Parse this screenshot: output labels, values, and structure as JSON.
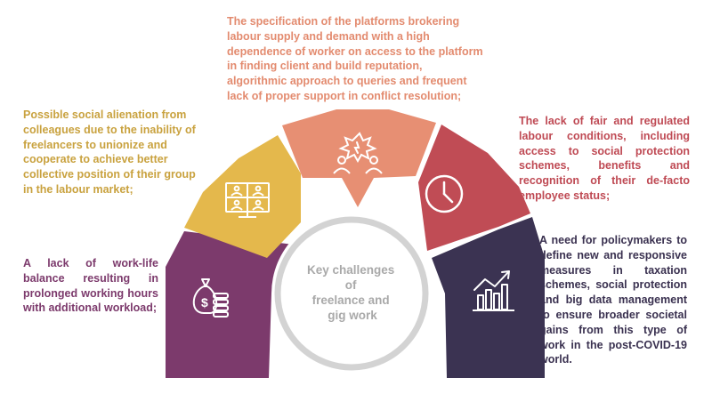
{
  "center": {
    "lines": [
      "Key challenges",
      "of",
      "freelance and",
      "gig work"
    ]
  },
  "challenges": {
    "platforms": "The specification of the platforms brokering labour supply and demand with a high dependence of worker on access to the platform in finding client and build reputation, algorithmic approach to queries and frequent lack of proper support in conflict resolution;",
    "alienation": "Possible social alienation from colleagues due to the inability of freelancers to unionize and cooperate to achieve better collective position of their group in the labour market;",
    "conditions": "The lack of fair and regulated labour conditions, including access to social protection schemes, benefits and recognition of their de-facto employee status;",
    "policy": "A need for policymakers to define new and responsive measures in taxation schemes, social protection and big data management to ensure broader societal gains from this type of work in the post-COVID-19 world.",
    "balance": "A lack of work-life balance resulting in prolonged working hours with additional workload;"
  },
  "colors": {
    "balance": "#7c3a6c",
    "alienation": "#e4b84c",
    "platforms": "#e78f73",
    "conditions": "#c04c55",
    "policy": "#3b3352",
    "center_ring": "#d3d3d3",
    "center_text": "#a9a9a9"
  },
  "icons": {
    "balance": "money-bag-coins-icon",
    "alienation": "video-call-icon",
    "platforms": "conflict-people-icon",
    "conditions": "clock-icon",
    "policy": "growth-chart-icon"
  }
}
